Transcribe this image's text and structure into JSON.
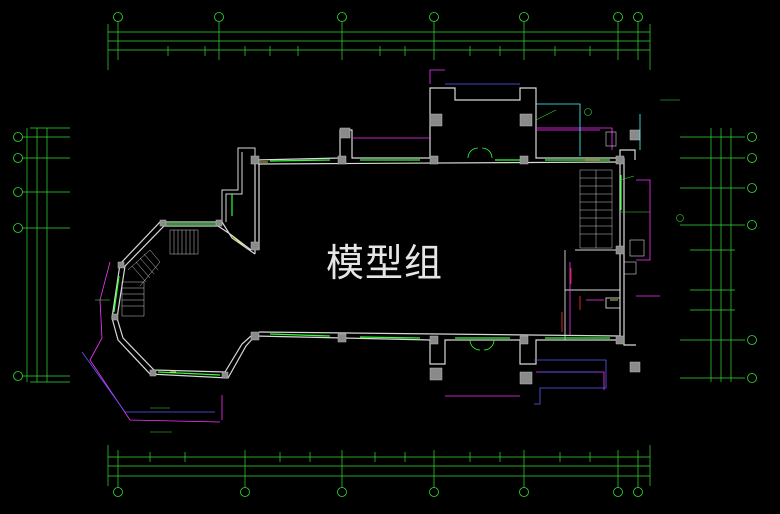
{
  "watermark": {
    "text": "模型组"
  },
  "colors": {
    "background": "#000000",
    "dimension_lines": "#33dd33",
    "walls": "#d8d8d8",
    "columns": "#8a8a8a",
    "windows": "#33ff33",
    "accent_magenta": "#ff33ff",
    "accent_blue": "#5a5aff",
    "accent_yellow": "#ffff44",
    "accent_cyan": "#44ffff",
    "accent_red": "#ff3333"
  },
  "drawing": {
    "type": "architectural floor plan (CAD)",
    "top_axis_bubbles": 7,
    "bottom_axis_bubbles": 7,
    "left_axis_bubbles": 5,
    "right_axis_bubbles": 6
  }
}
